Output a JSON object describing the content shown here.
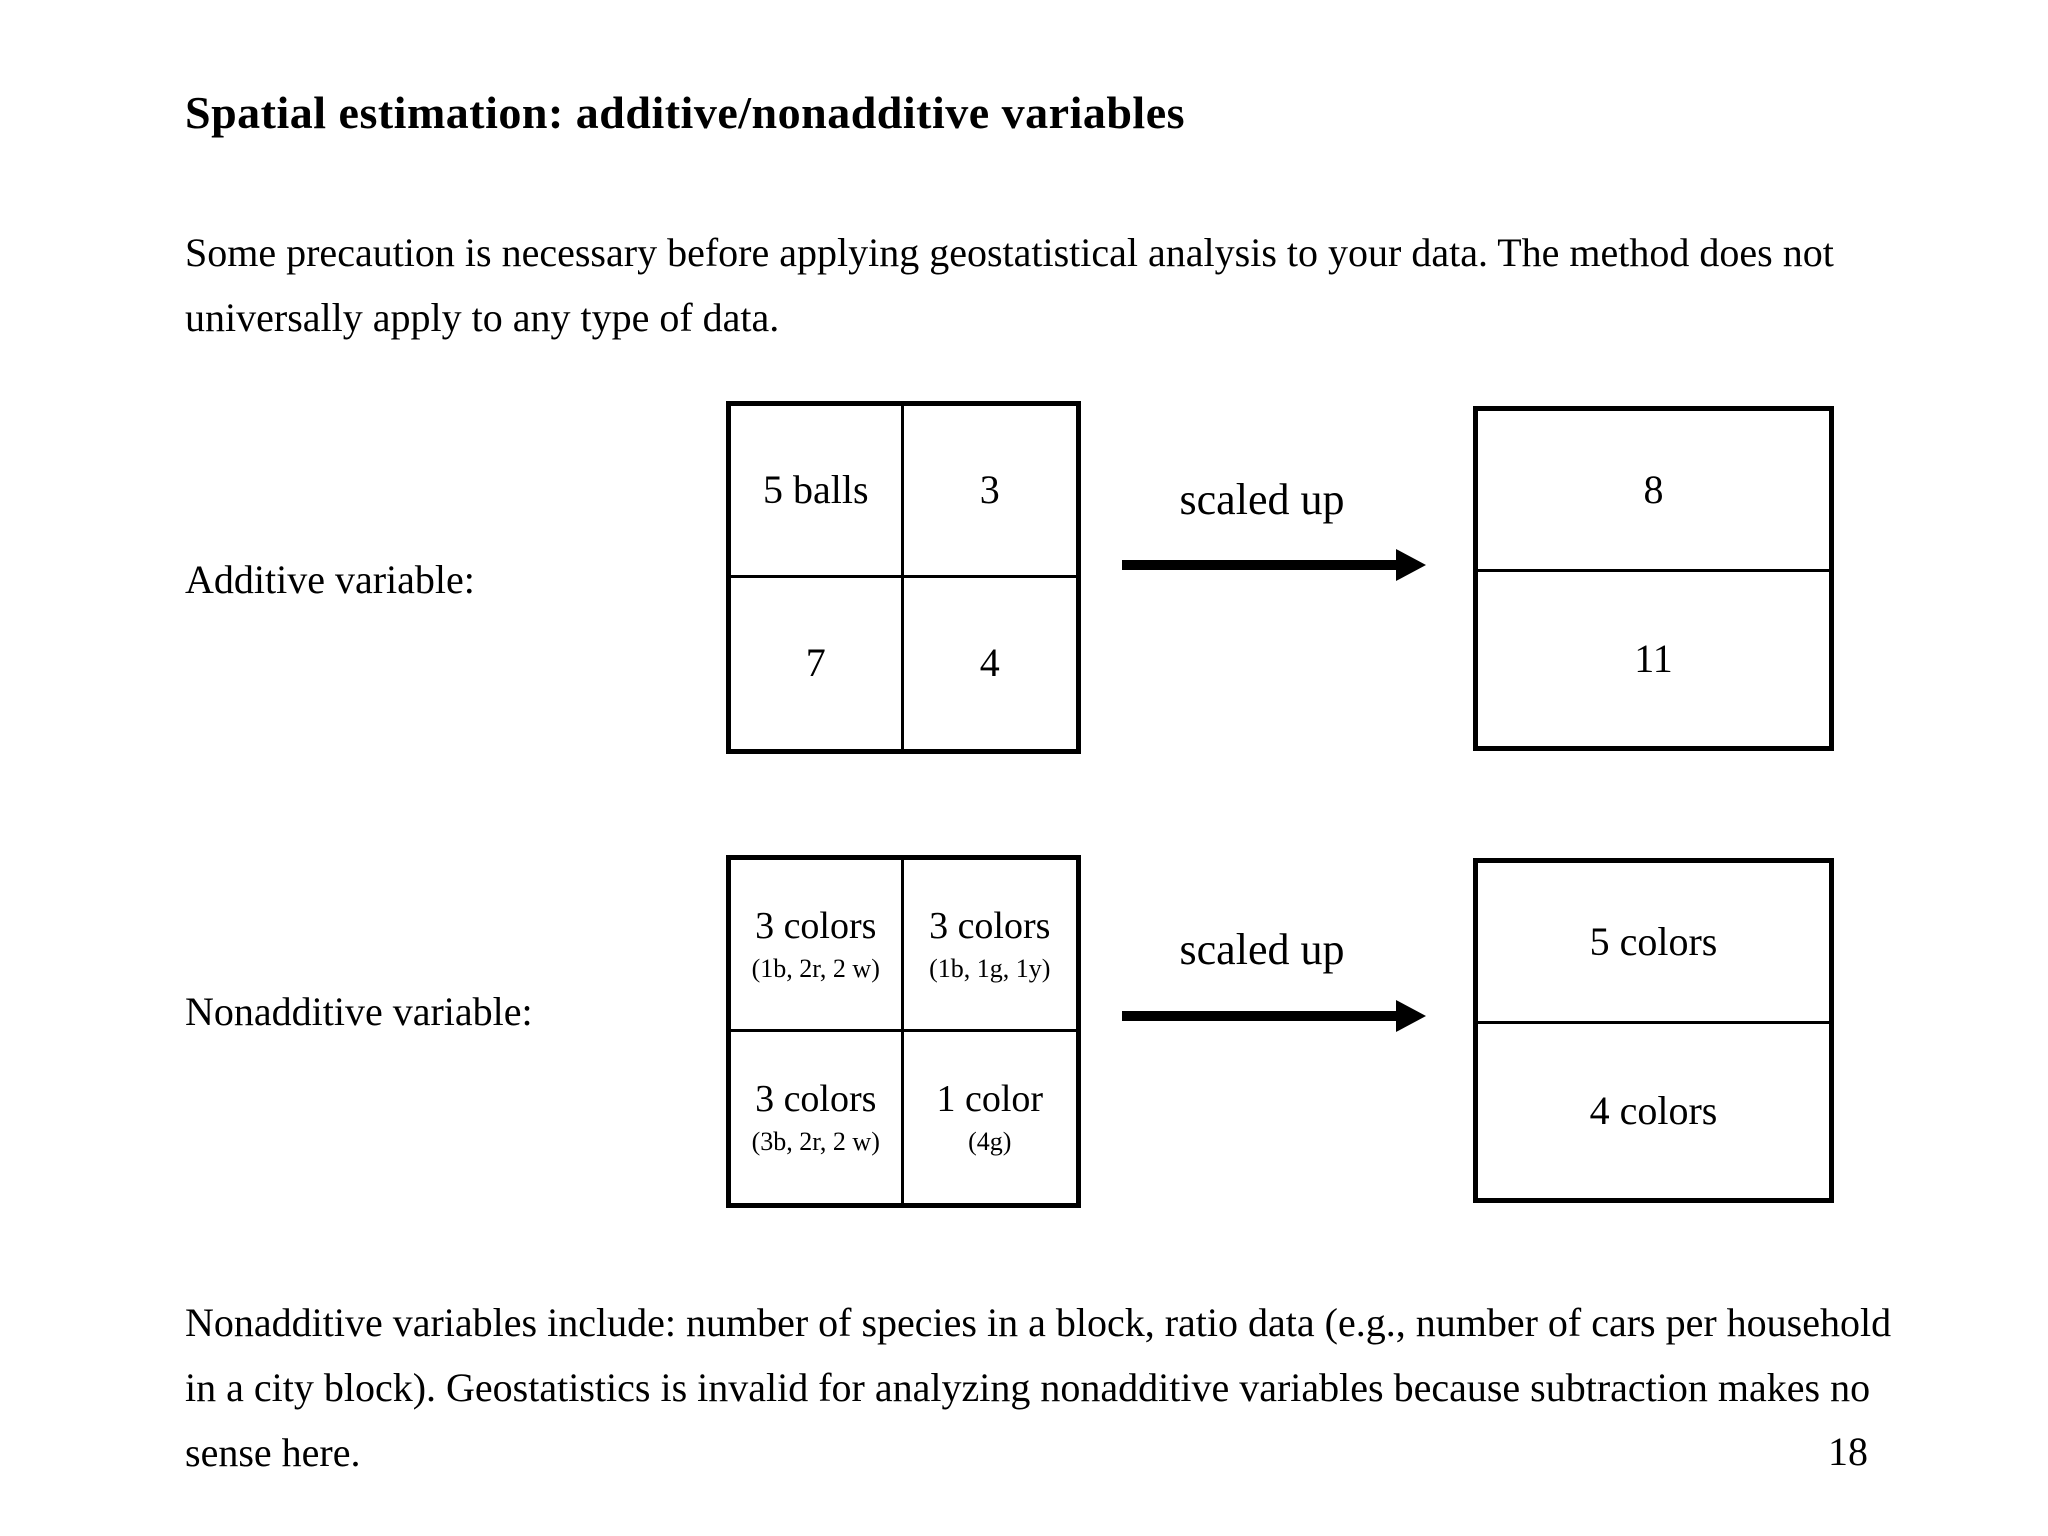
{
  "slide": {
    "title": "Spatial estimation: additive/nonadditive variables",
    "intro": "Some precaution is necessary before applying geostatistical analysis to your data. The method does not universally apply to any type of data.",
    "footer": "Nonadditive variables include: number of species in a block, ratio data (e.g., number of cars per household in a city block). Geostatistics is invalid for analyzing nonadditive variables because subtraction makes no sense here.",
    "page_number": "18"
  },
  "additive": {
    "label": "Additive variable:",
    "arrow_label": "scaled up",
    "grid": {
      "top_left": "5 balls",
      "top_right": "3",
      "bottom_left": "7",
      "bottom_right": "4"
    },
    "scaled": {
      "top": "8",
      "bottom": "11"
    }
  },
  "nonadditive": {
    "label": "Nonadditive variable:",
    "arrow_label": "scaled up",
    "grid": {
      "top_left": {
        "main": "3 colors",
        "sub": "(1b, 2r, 2 w)"
      },
      "top_right": {
        "main": "3 colors",
        "sub": "(1b, 1g, 1y)"
      },
      "bottom_left": {
        "main": "3 colors",
        "sub": "(3b, 2r, 2 w)"
      },
      "bottom_right": {
        "main": "1 color",
        "sub": "(4g)"
      }
    },
    "scaled": {
      "top": "5 colors",
      "bottom": "4 colors"
    }
  },
  "colors": {
    "text": "#000000",
    "background": "#ffffff",
    "line": "#000000"
  }
}
